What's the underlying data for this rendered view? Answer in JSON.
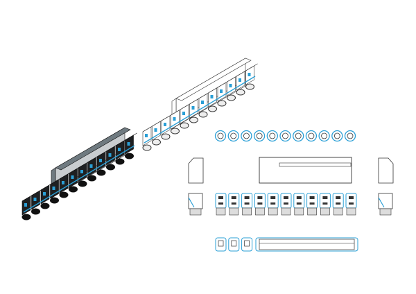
{
  "drawing": {
    "module_count_isometric": 12,
    "module_count_orthographic": 11,
    "bottom_view_loose_modules": 3,
    "colors": {
      "accent": "#2a9fd6",
      "line": "#333333",
      "dark_body": "#1e2022",
      "housing_grey": "#c9cdd0",
      "housing_dark": "#6f7a80"
    }
  }
}
